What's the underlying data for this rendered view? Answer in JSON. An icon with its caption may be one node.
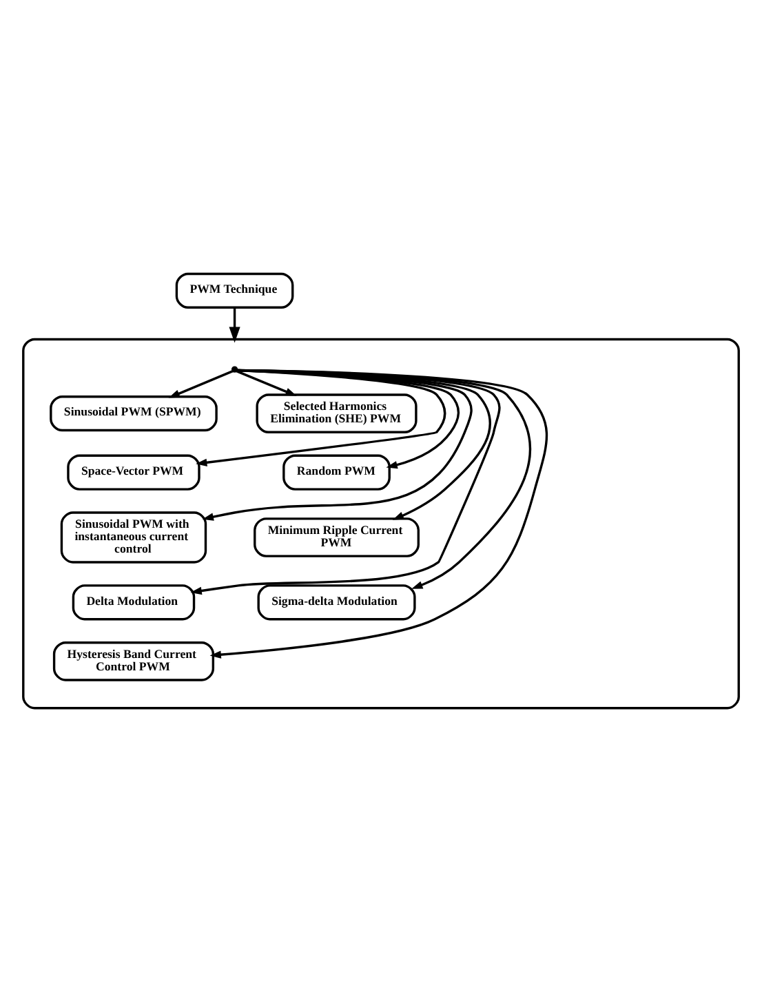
{
  "diagram": {
    "nodes": [
      {
        "text": [
          "PWM Technique"
        ]
      },
      {
        "text": [],
        "shape": "box"
      },
      {
        "text": [
          "Sinusoidal PWM (SPWM)"
        ],
        "in": 1
      },
      {
        "text": [
          "Selected Harmonics Elimination (SHE) PWM"
        ],
        "in": 1
      },
      {
        "text": [
          "Space-Vector PWM"
        ],
        "in": 1
      },
      {
        "text": [
          "Random PWM"
        ],
        "in": 1
      },
      {
        "text": [
          "Sinusoidal PWM with instantaneous current control"
        ],
        "in": 1
      },
      {
        "text": [
          "Minimum Ripple Current PWM"
        ],
        "in": 1
      },
      {
        "text": [
          "Delta Modulation"
        ],
        "in": 1
      },
      {
        "text": [
          "Sigma-delta Modulation"
        ],
        "in": 1
      },
      {
        "text": [
          "Hysteresis Band Current Control PWM"
        ],
        "in": 1
      }
    ],
    "edges": [
      {
        "from": 0,
        "to": 1,
        "arrow": "to"
      },
      {
        "from": 1,
        "to": 2,
        "arrow": "to"
      },
      {
        "from": 1,
        "to": 3,
        "arrow": "to"
      },
      {
        "from": 1,
        "to": 4,
        "arrow": "to"
      },
      {
        "from": 1,
        "to": 5,
        "arrow": "to"
      },
      {
        "from": 1,
        "to": 6,
        "arrow": "to"
      },
      {
        "from": 1,
        "to": 7,
        "arrow": "to"
      },
      {
        "from": 1,
        "to": 8,
        "arrow": "to"
      },
      {
        "from": 1,
        "to": 9,
        "arrow": "to"
      },
      {
        "from": 1,
        "to": 10,
        "arrow": "to"
      }
    ]
  }
}
